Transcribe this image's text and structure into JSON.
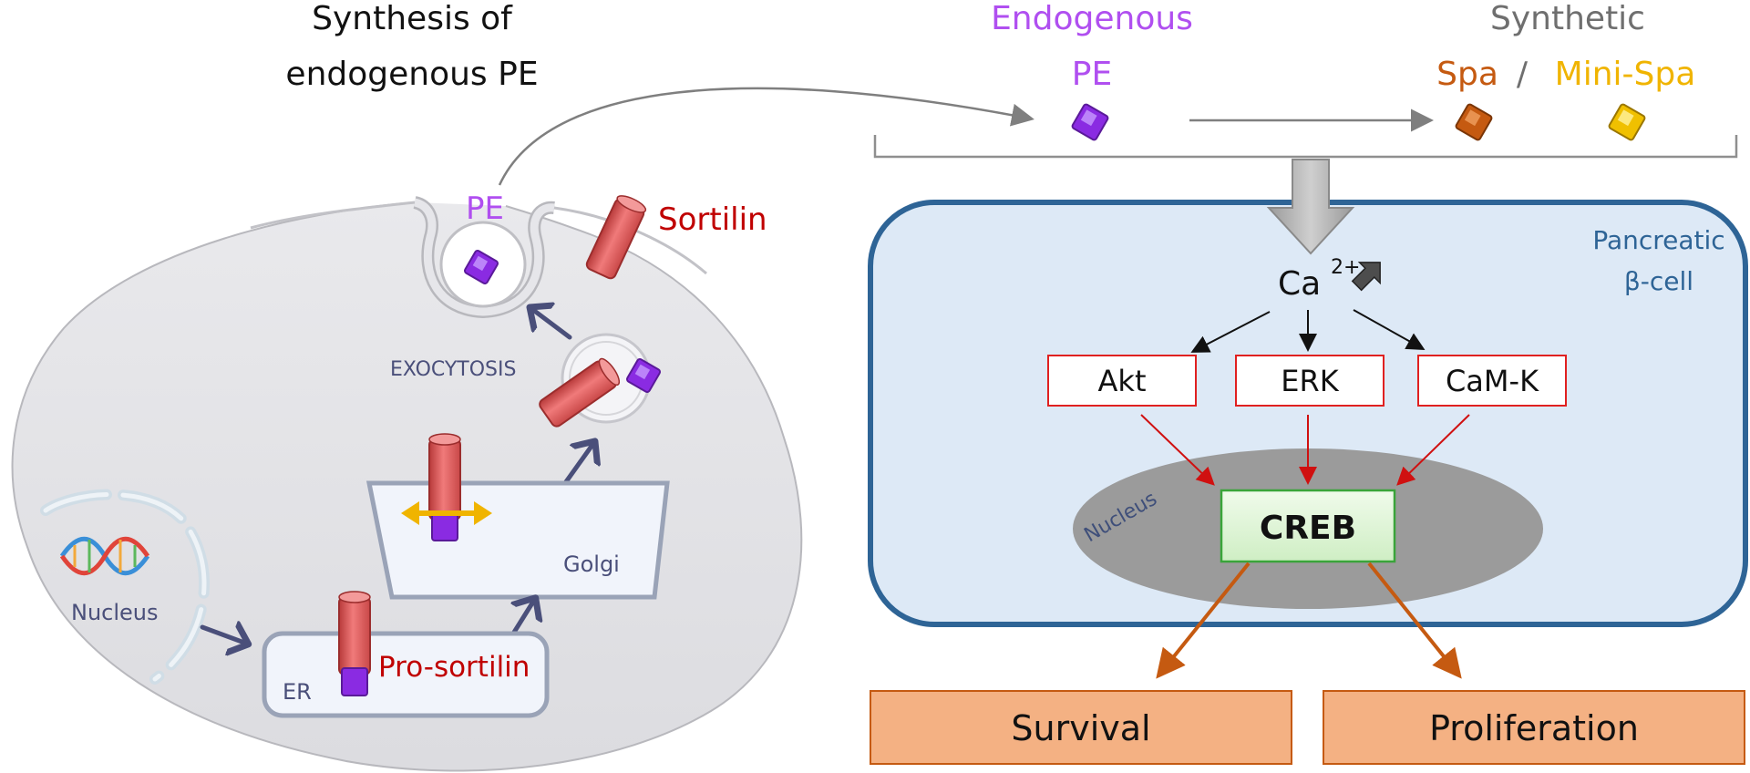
{
  "left_panel": {
    "title_line1": "Synthesis of",
    "title_line2": "endogenous PE",
    "pe_label": "PE",
    "sortilin_label": "Sortilin",
    "exocytosis_label": "EXOCYTOSIS",
    "golgi_label": "Golgi",
    "nucleus_label": "Nucleus",
    "er_label": "ER",
    "pro_sortilin_label": "Pro-sortilin"
  },
  "top_right": {
    "endogenous_line1": "Endogenous",
    "endogenous_line2": "PE",
    "synthetic_label": "Synthetic",
    "spa_label": "Spa",
    "separator": "/",
    "mini_spa_label": "Mini-Spa"
  },
  "cell": {
    "cell_label_line1": "Pancreatic",
    "cell_label_line2": "β-cell",
    "calcium_label": "Ca",
    "calcium_superscript": "2+",
    "kinases": [
      "Akt",
      "ERK",
      "CaM-K"
    ],
    "nucleus_label": "Nucleus",
    "creb_label": "CREB"
  },
  "outcomes": {
    "survival_label": "Survival",
    "proliferation_label": "Proliferation"
  },
  "colors": {
    "purple_text": "#b04ff0",
    "red_text": "#c00000",
    "spa_orange": "#c55a11",
    "mini_spa_gold": "#f0b400",
    "cell_fill": "#dde9f6",
    "cell_border": "#2e6496",
    "kinase_border": "#e02020",
    "creb_fill": "#e2f5dc",
    "creb_border": "#3aa43a",
    "outcome_fill": "#f4b183",
    "outcome_border": "#c55a11",
    "arrow_orange": "#c55a11",
    "membrane_grey": "#e1e1e4"
  }
}
